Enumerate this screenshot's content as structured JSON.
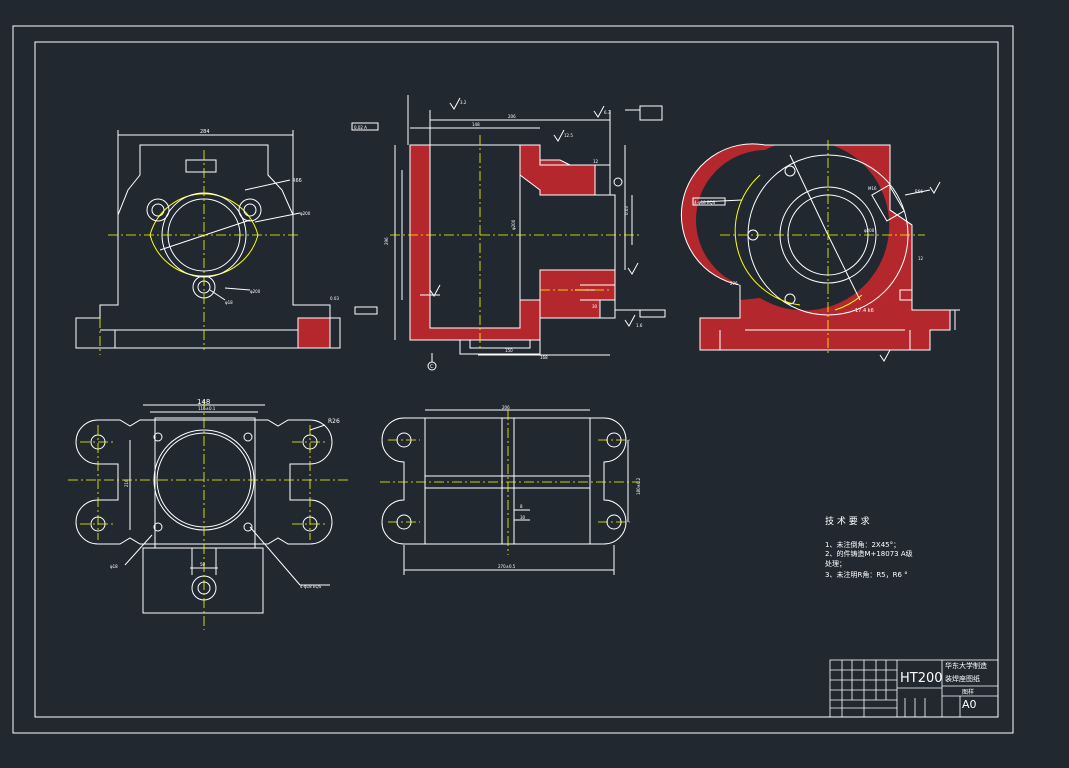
{
  "colors": {
    "background": "#212830",
    "outline": "#ffffff",
    "centerline": "#ffff00",
    "hatch": "#b4282d",
    "dimension": "#ffffff"
  },
  "views": {
    "front": {
      "dims": {
        "width": "284",
        "r_outer": "R66",
        "bolt_circle": "φ200",
        "hole": "φ18",
        "bore": "φ200",
        "flatness": "0.03"
      },
      "note": "0.03"
    },
    "section": {
      "dims": {
        "top": "148",
        "top2": "206",
        "height": "296",
        "sub": "φ200",
        "right1": "0.03",
        "small1": "12",
        "small2": "30",
        "base": "168",
        "base2": "150"
      },
      "callouts": {
        "ra1": "3.2",
        "ra2": "6.3",
        "ra3": "12.5",
        "ra4": "1.6"
      },
      "tol_box": "0.02 A",
      "datum": "C"
    },
    "side": {
      "dims": {
        "height": "276",
        "r": "R66",
        "pitch": "12",
        "angle": "17.4 k6",
        "bore": "φ200",
        "thread": "M16"
      },
      "tol_box": "4-φ18 EQS"
    },
    "top": {
      "dims": {
        "width": "148",
        "sub": "116±0.1",
        "radius": "R26",
        "height": "216",
        "hole": "φ18",
        "slot": "50"
      },
      "callout": "4-φ18 EQS"
    },
    "bottom": {
      "dims": {
        "width": "206",
        "total": "270±0.5",
        "height": "180±0.2",
        "rib": "8",
        "rib2": "30"
      }
    }
  },
  "tech_requirements": {
    "title": "技 术 要 求",
    "items": [
      "1、未注倒角：2X45°；",
      "2、的件铸造M+18073 A级",
      "    处理；",
      "3、未注明R角：R5，R6 °"
    ]
  },
  "title_block": {
    "material": "HT200",
    "org": "华东大学制造",
    "drawing_name": "装焊座图纸",
    "sheet_label": "图样",
    "size": "A0"
  }
}
